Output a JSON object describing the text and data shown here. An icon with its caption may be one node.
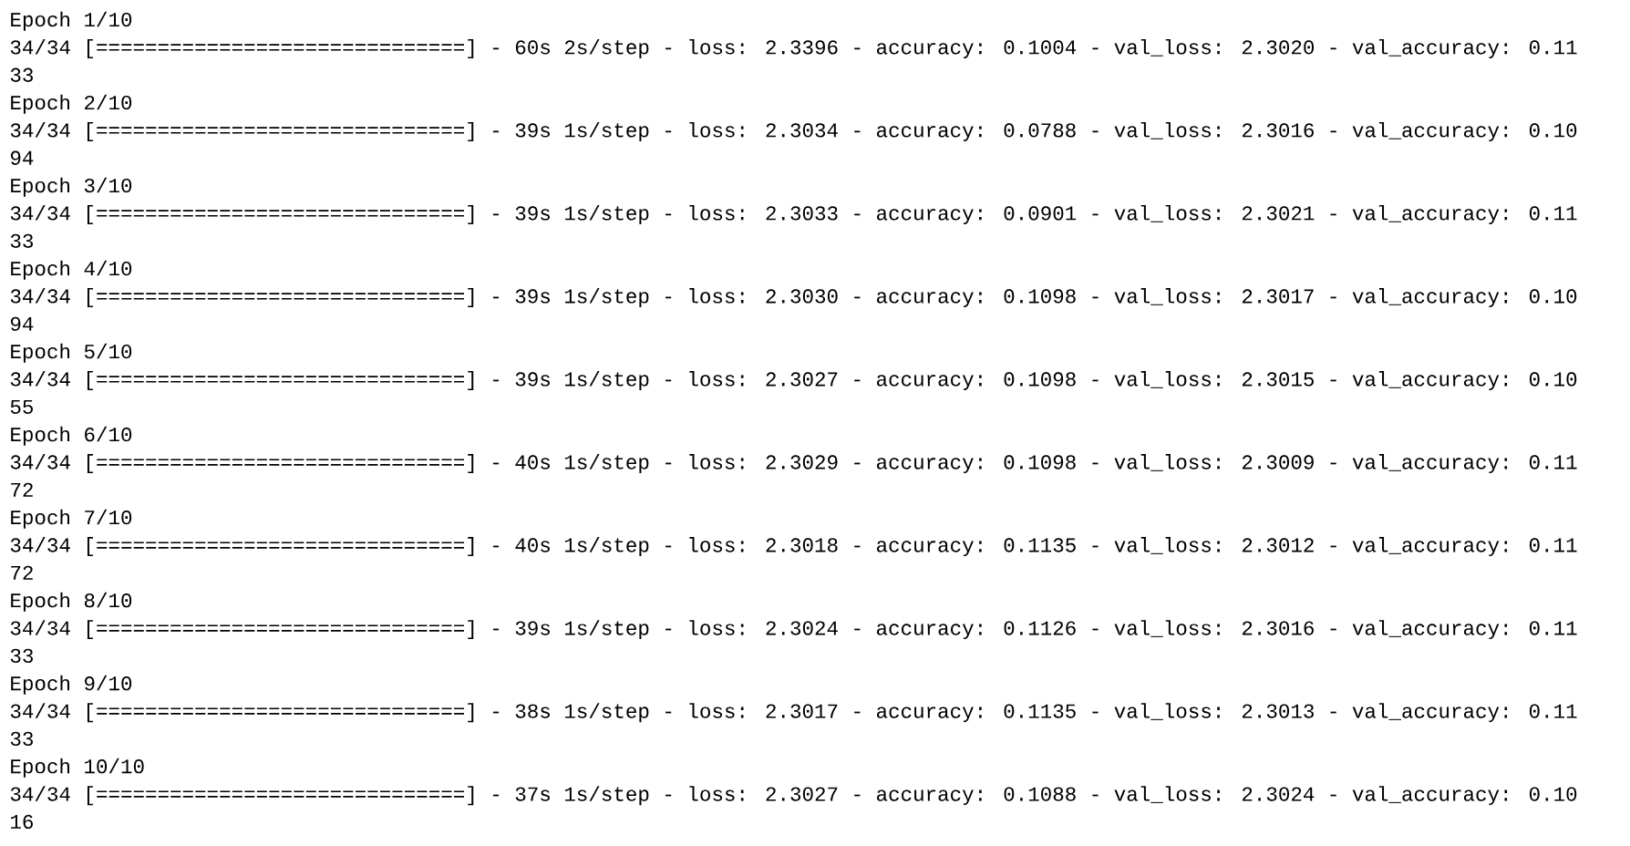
{
  "diagram": {
    "labels": [
      "Epoch 1/10",
      "34/34 [==============================] - 60s 2s/step - loss: 2.3396 - accuracy: 0.1004 - val_loss: 2.3020 - val_accuracy: 0.11",
      "33",
      "Epoch 2/10",
      "34/34 [==============================] - 39s 1s/step - loss: 2.3034 - accuracy: 0.0788 - val_loss: 2.3016 - val_accuracy: 0.10",
      "94",
      "Epoch 3/10",
      "34/34 [==============================] - 39s 1s/step - loss: 2.3033 - accuracy: 0.0901 - val_loss: 2.3021 - val_accuracy: 0.11",
      "33",
      "Epoch 4/10",
      "34/34 [==============================] - 39s 1s/step - loss: 2.3030 - accuracy: 0.1098 - val_loss: 2.3017 - val_accuracy: 0.10",
      "94",
      "Epoch 5/10",
      "34/34 [==============================] - 39s 1s/step - loss: 2.3027 - accuracy: 0.1098 - val_loss: 2.3015 - val_accuracy: 0.10",
      "55",
      "Epoch 6/10",
      "34/34 [==============================] - 40s 1s/step - loss: 2.3029 - accuracy: 0.1098 - val_loss: 2.3009 - val_accuracy: 0.11",
      "72",
      "Epoch 7/10",
      "34/34 [==============================] - 40s 1s/step - loss: 2.3018 - accuracy: 0.1135 - val_loss: 2.3012 - val_accuracy: 0.11",
      "72",
      "Epoch 8/10",
      "34/34 [==============================] - 39s 1s/step - loss: 2.3024 - accuracy: 0.1126 - val_loss: 2.3016 - val_accuracy: 0.11",
      "33",
      "Epoch 9/10",
      "34/34 [==============================] - 38s 1s/step - loss: 2.3017 - accuracy: 0.1135 - val_loss: 2.3013 - val_accuracy: 0.11",
      "33",
      "Epoch 10/10",
      "34/34 [==============================] - 37s 1s/step - loss: 2.3027 - accuracy: 0.1088 - val_loss: 2.3024 - val_accuracy: 0.10",
      "16"
    ]
  }
}
